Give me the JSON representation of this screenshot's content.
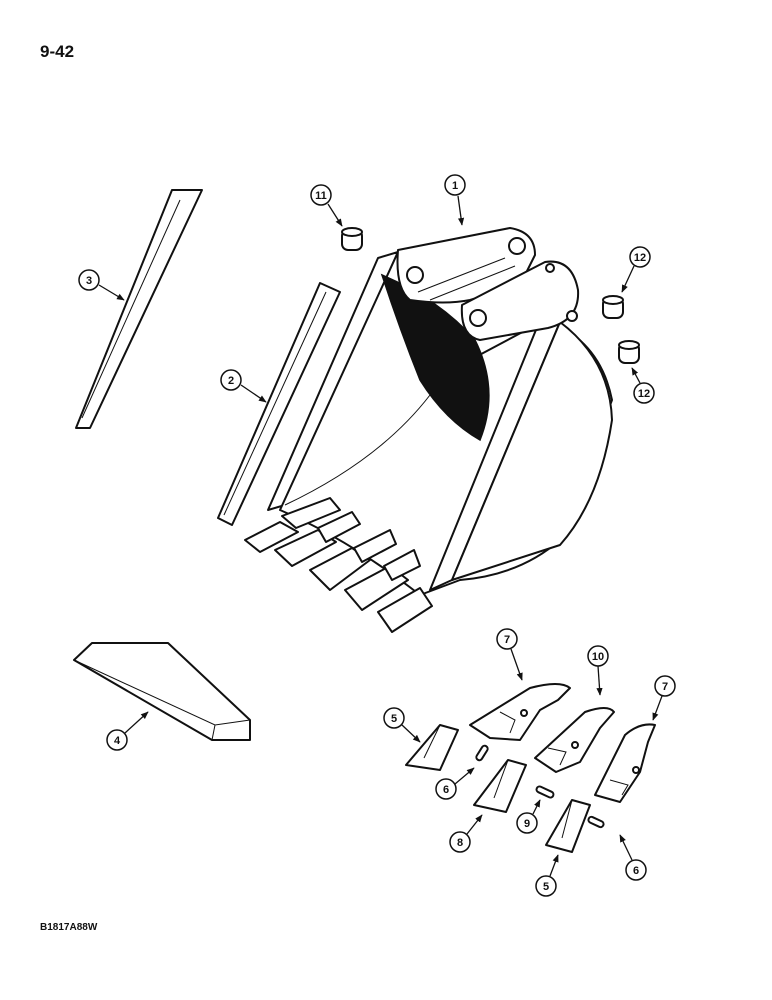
{
  "page": {
    "number": "9-42",
    "figure_code": "B1817A88W"
  },
  "callouts": {
    "c1": "1",
    "c2": "2",
    "c3": "3",
    "c4": "4",
    "c5a": "5",
    "c5b": "5",
    "c6a": "6",
    "c6b": "6",
    "c7a": "7",
    "c7b": "7",
    "c8": "8",
    "c9": "9",
    "c10": "10",
    "c11": "11",
    "c12a": "12",
    "c12b": "12"
  }
}
